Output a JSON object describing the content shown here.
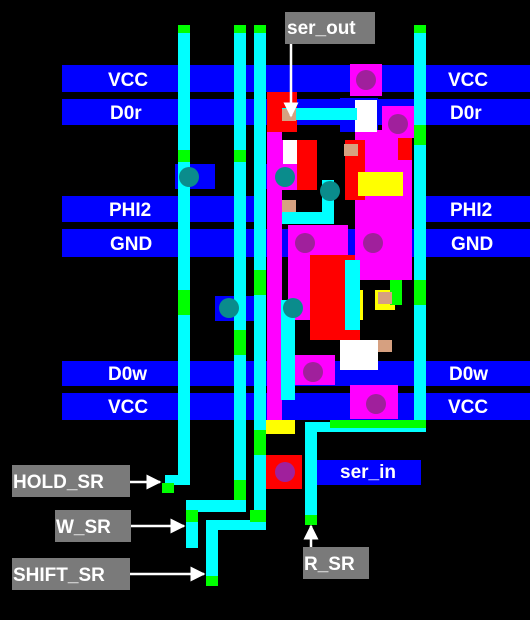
{
  "rails": {
    "vcc_top_left": "VCC",
    "vcc_top_right": "VCC",
    "d0r_left": "D0r",
    "d0r_right": "D0r",
    "phi2_left": "PHI2",
    "phi2_right": "PHI2",
    "gnd_left": "GND",
    "gnd_right": "GND",
    "d0w_left": "D0w",
    "d0w_right": "D0w",
    "vcc_bottom_left": "VCC",
    "vcc_bottom_right": "VCC",
    "ser_in": "ser_in"
  },
  "tags": {
    "ser_out": "ser_out",
    "hold_sr": "HOLD_SR",
    "w_sr": "W_SR",
    "shift_sr": "SHIFT_SR",
    "r_sr": "R_SR"
  },
  "colors": {
    "background": "#000000",
    "metal": "#0000ff",
    "poly": "#00ffff",
    "diffusion": "#ff00ff",
    "active": "#ff0000",
    "buried": "#ffff00",
    "green": "#00ff00",
    "contact_via": "#a0209c",
    "contact_poly": "#0a8c8c",
    "contact_diff": "#d6a080",
    "tag_bg": "#7a7a7a"
  }
}
